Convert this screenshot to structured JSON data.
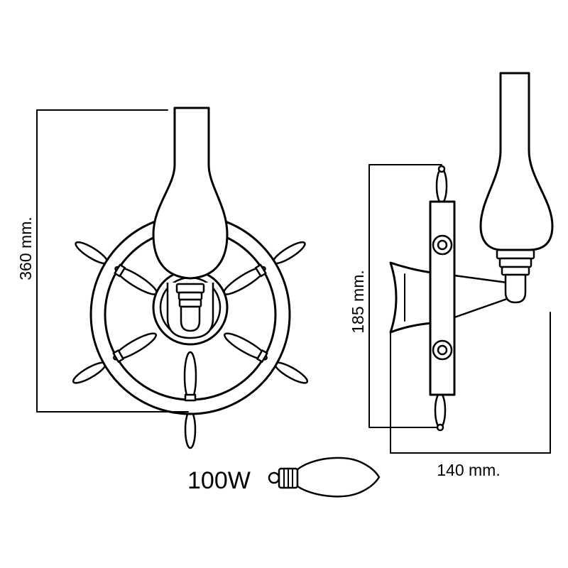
{
  "dimensions": {
    "height_total": "360 mm.",
    "height_mount": "185 mm.",
    "depth": "140 mm."
  },
  "bulb": {
    "wattage": "100W"
  }
}
